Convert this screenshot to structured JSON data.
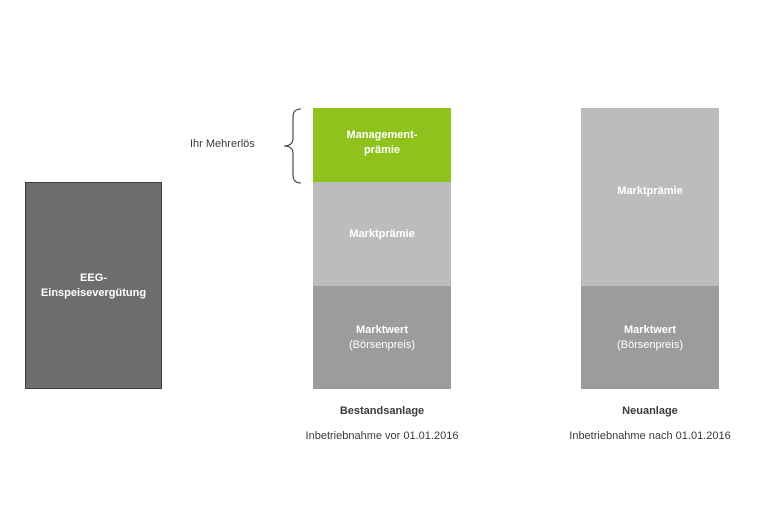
{
  "colors": {
    "eeg": "#6e6e6e",
    "management": "#8fc21c",
    "marktpraemie": "#bcbcbc",
    "marktwert": "#9c9c9c",
    "text_dark": "#3a3a3a"
  },
  "eeg_block": {
    "label": "EEG-\nEinspeisevergütung"
  },
  "bestandsanlage": {
    "management_label": "Management-\nprämie",
    "marktpraemie_label": "Marktprämie",
    "marktwert_label": "Marktwert",
    "marktwert_sub": "(Börsenpreis)",
    "title": "Bestandsanlage",
    "subtitle": "Inbetriebnahme vor 01.01.2016"
  },
  "neuanlage": {
    "marktpraemie_label": "Marktprämie",
    "marktwert_label": "Marktwert",
    "marktwert_sub": "(Börsenpreis)",
    "title": "Neuanlage",
    "subtitle": "Inbetriebnahme nach 01.01.2016"
  },
  "annotation": {
    "label": "Ihr Mehrerlös"
  }
}
